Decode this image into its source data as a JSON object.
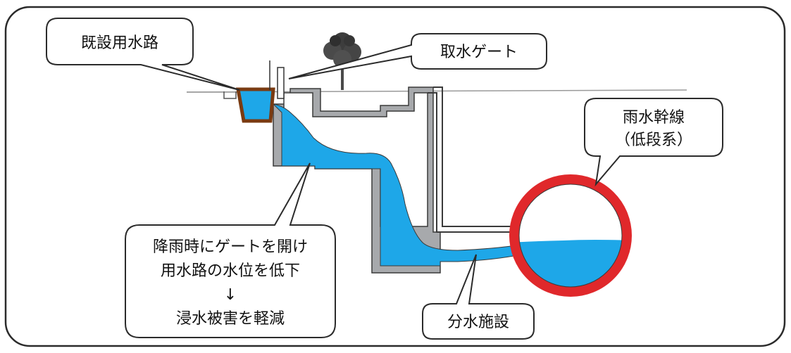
{
  "labels": {
    "existing_channel": "既設用水路",
    "intake_gate": "取水ゲート",
    "storm_trunk_line1": "雨水幹線",
    "storm_trunk_line2": "（低段系）",
    "note_line1": "降雨時にゲートを開け",
    "note_line2": "用水路の水位を低下",
    "note_arrow": "↓",
    "note_line3": "浸水被害を軽減",
    "diversion_facility": "分水施設"
  },
  "colors": {
    "water": "#1ea7e8",
    "wall_gray": "#a7a9ac",
    "wall_outline": "#3a3a3a",
    "pipe_red": "#e0282b",
    "channel_brown": "#7a3b12",
    "frame": "#2b2b2b",
    "callout_fill": "#ffffff"
  },
  "icons": {
    "tree": "tree-icon"
  }
}
